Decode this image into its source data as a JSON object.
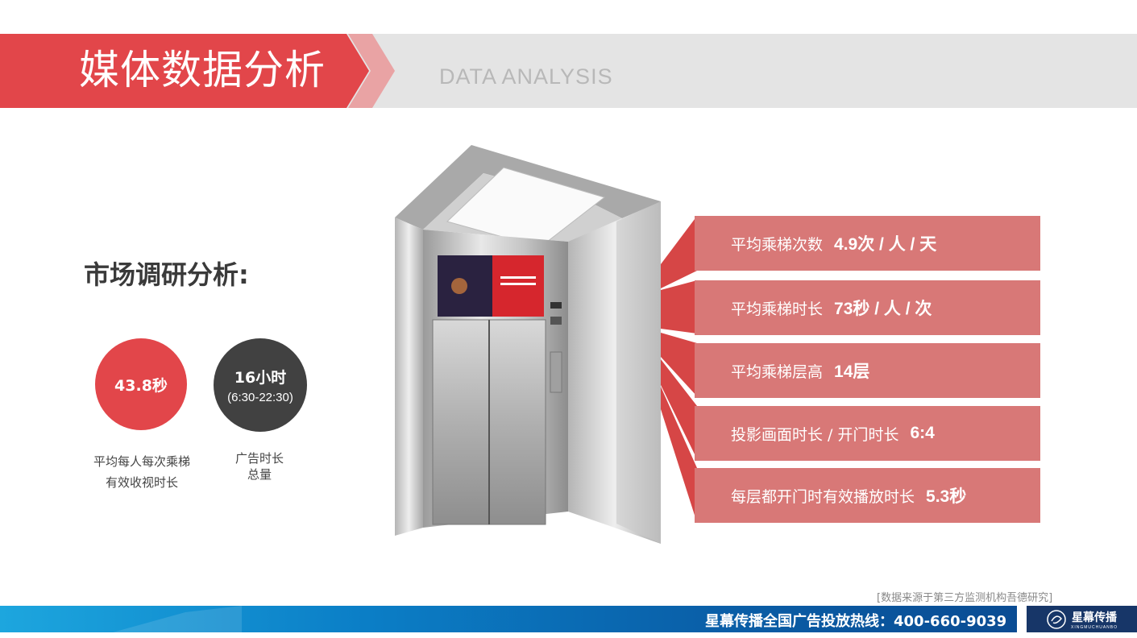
{
  "header": {
    "title": "媒体数据分析",
    "subtitle": "DATA ANALYSIS"
  },
  "section_title": "市场调研分析:",
  "circles": [
    {
      "value": "43.8秒",
      "caption_line1": "平均每人每次乘梯",
      "caption_line2": "有效收视时长"
    },
    {
      "value": "16小时",
      "sub": "(6:30-22:30)",
      "caption_line1": "广告时长",
      "caption_line2": "总量"
    }
  ],
  "stats": [
    {
      "label": "平均乘梯次数",
      "value": "4.9次 / 人 / 天"
    },
    {
      "label": "平均乘梯时长",
      "value": "73秒 / 人 / 次"
    },
    {
      "label": "平均乘梯层高",
      "value": "14层"
    },
    {
      "label": "投影画面时长 / 开门时长",
      "value": "6:4"
    },
    {
      "label": "每层都开门时有效播放时长",
      "value": "5.3秒"
    }
  ],
  "source_note": "[数据来源于第三方监测机构吾德研究]",
  "footer": {
    "hotline": "星幕传播全国广告投放热线：400-660-9039",
    "logo_name": "星幕传播",
    "logo_pinyin": "XINGMUCHUANBO"
  },
  "colors": {
    "accent_red": "#e2464a",
    "stat_red": "#d87877",
    "dark": "#414141"
  }
}
